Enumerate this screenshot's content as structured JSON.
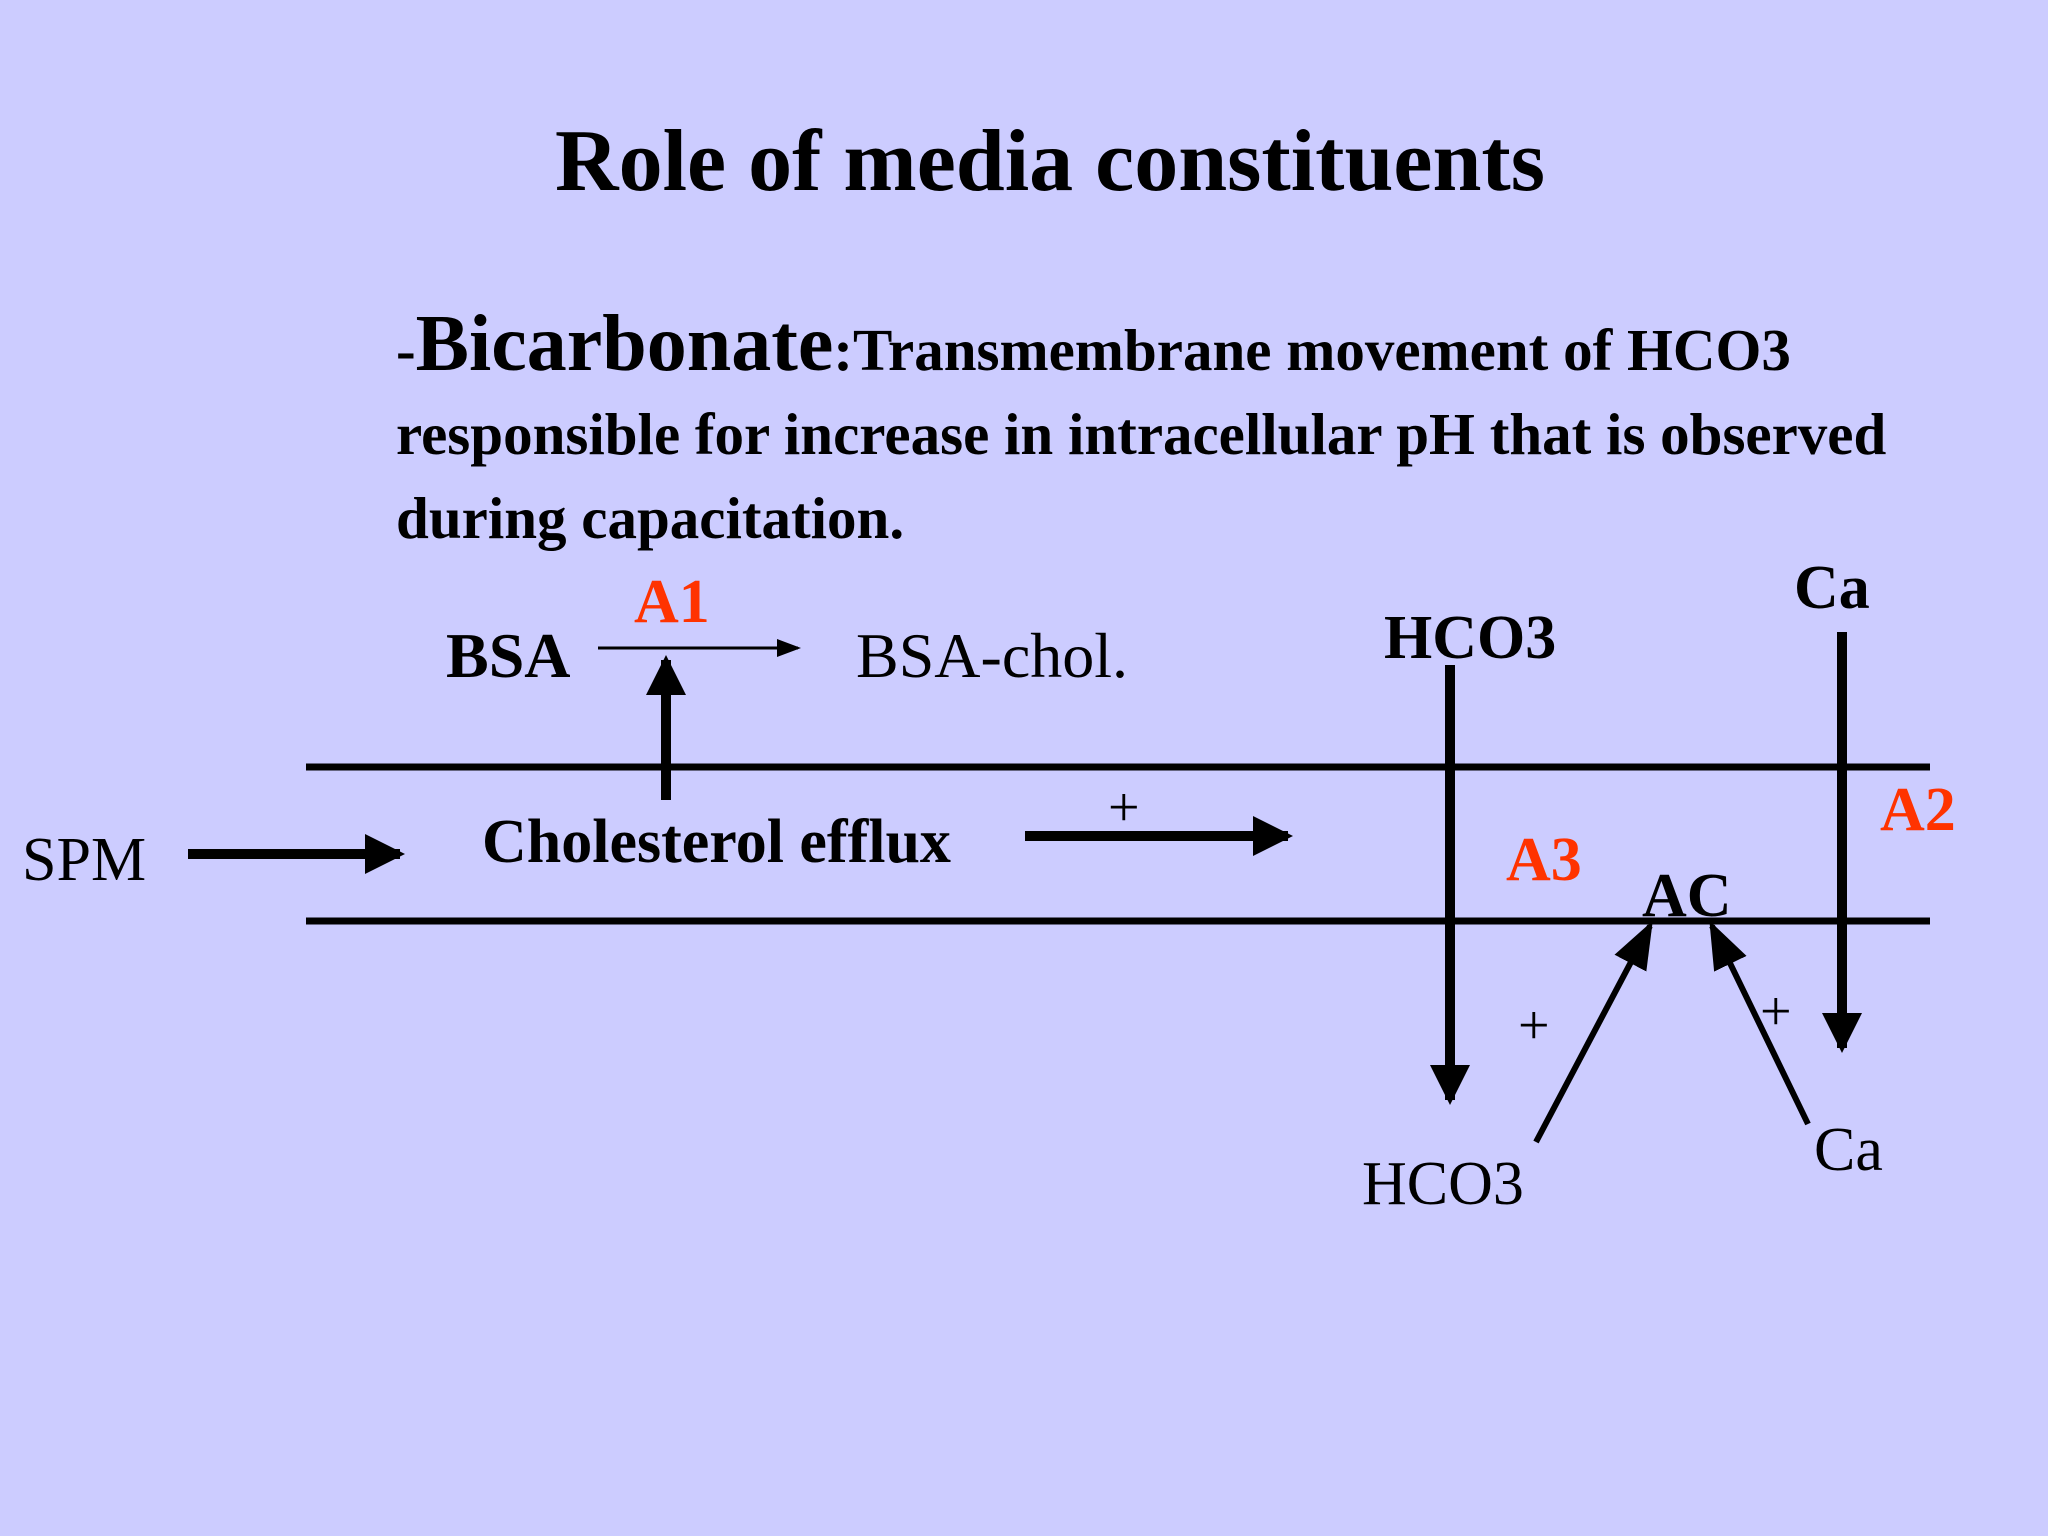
{
  "title": "Role of media constituents",
  "body": {
    "dash": "-",
    "keyword": "Bicarbonate",
    "text": ":Transmembrane movement of HCO3 responsible for increase in intracellular pH that is observed during capacitation."
  },
  "diagram": {
    "spm": "SPM",
    "bsa": "BSA",
    "bsa_chol": "BSA-chol.",
    "cholesterol_efflux": "Cholesterol efflux",
    "plus": "+",
    "hco3_top": "HCO3",
    "hco3_bottom": "HCO3",
    "ca_top": "Ca",
    "ca_bottom": "Ca",
    "ac": "AC",
    "a1": "A1",
    "a2": "A2",
    "a3": "A3"
  },
  "colors": {
    "background": "#ccccff",
    "text": "#000000",
    "highlight": "#ff3300"
  }
}
